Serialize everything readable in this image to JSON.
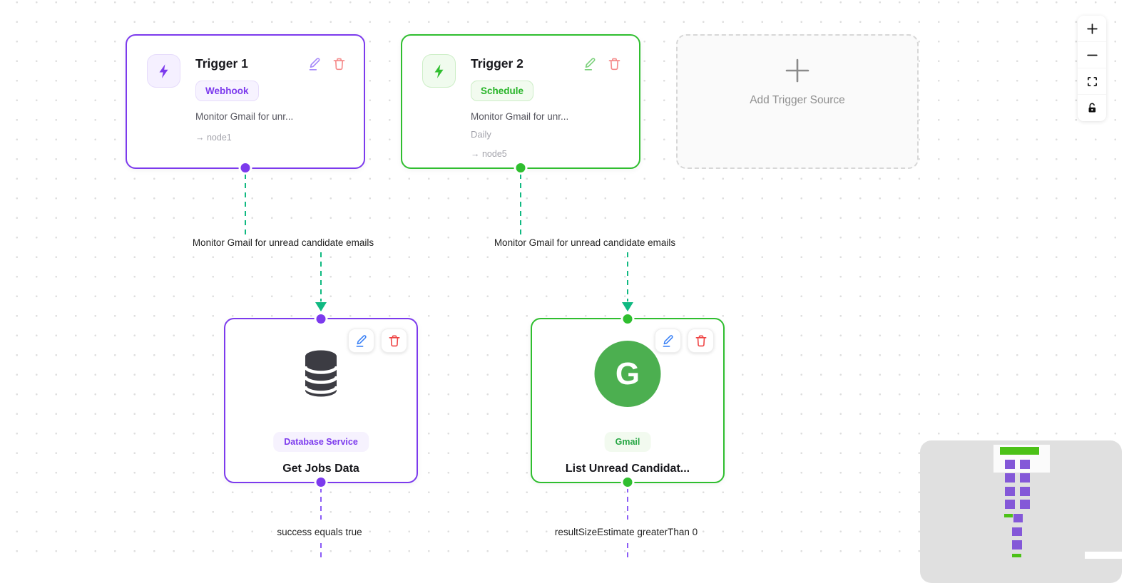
{
  "triggers": [
    {
      "title": "Trigger 1",
      "badge": "Webhook",
      "description": "Monitor Gmail for unr...",
      "target": "→ node1",
      "theme": "purple"
    },
    {
      "title": "Trigger 2",
      "badge": "Schedule",
      "description": "Monitor Gmail for unr...",
      "schedule": "Daily",
      "target": "→ node5",
      "theme": "green"
    }
  ],
  "add_trigger_source": {
    "label": "Add Trigger Source"
  },
  "action_nodes": [
    {
      "title": "Get Jobs Data",
      "badge": "Database Service",
      "icon": "database-icon",
      "theme": "purple"
    },
    {
      "title": "List Unread Candidat...",
      "badge": "Gmail",
      "icon": "gmail-icon",
      "icon_letter": "G",
      "theme": "green"
    }
  ],
  "edges": [
    {
      "from": "Trigger 1",
      "to": "Get Jobs Data",
      "label": "Monitor Gmail for unread candidate emails"
    },
    {
      "from": "Trigger 2",
      "to": "List Unread Candidat...",
      "label": "Monitor Gmail for unread candidate emails"
    },
    {
      "from": "Get Jobs Data",
      "label": "success equals true"
    },
    {
      "from": "List Unread Candidat...",
      "label": "resultSizeEstimate greaterThan 0"
    }
  ],
  "controls": {
    "buttons": [
      {
        "name": "zoom-in"
      },
      {
        "name": "zoom-out"
      },
      {
        "name": "fit-view"
      },
      {
        "name": "toggle-interactivity"
      }
    ]
  },
  "colors": {
    "purple_accent": "#7c3aed",
    "green_accent": "#2fbe2f",
    "edge_teal": "#10b981",
    "edge_violet": "#8b5cf6",
    "edit_blue": "#3b82f6",
    "delete_red": "#ef4444",
    "trigger_delete_red": "#f58c8c",
    "gmail_circle_green": "#4caf50"
  }
}
